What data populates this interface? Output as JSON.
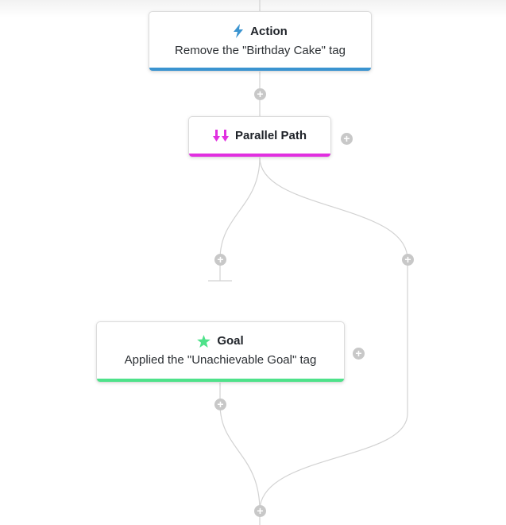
{
  "nodes": {
    "action": {
      "title": "Action",
      "subtitle": "Remove the \"Birthday Cake\" tag",
      "icon": "lightning-bolt-icon",
      "color": "#3b94d0"
    },
    "parallel": {
      "title": "Parallel Path",
      "icon": "double-down-arrows-icon",
      "color": "#e12fe0"
    },
    "goal": {
      "title": "Goal",
      "subtitle": "Applied the \"Unachievable Goal\" tag",
      "icon": "star-icon",
      "color": "#4ee28a"
    }
  },
  "add_button": {
    "symbol": "+",
    "color": "#c8c8c8"
  },
  "connector_color": "#d2d2d2"
}
